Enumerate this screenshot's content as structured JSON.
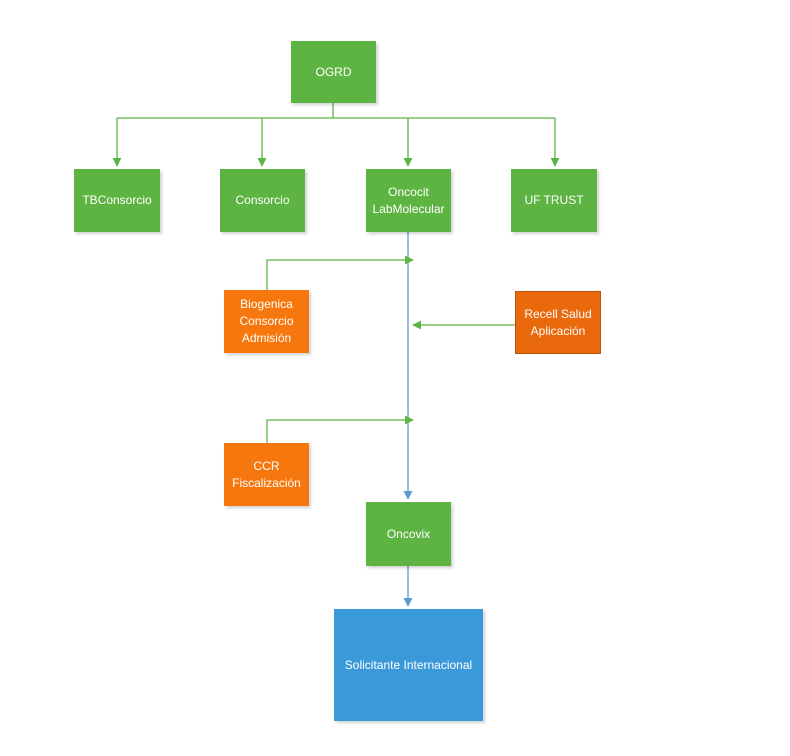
{
  "colors": {
    "green": "#5eb443",
    "orange": "#f6770d",
    "blue": "#3a9ad9",
    "green_line": "#5eb443",
    "blue_line": "#5a9bd5"
  },
  "nodes": {
    "ogrd": "OGRD",
    "tbconsorcio": "TBConsorcio",
    "consorcio": "Consorcio",
    "oncocit": "Oncocit\nLabMolecular",
    "uf_trust": "UF TRUST",
    "biogenica": "Biogenica\nConsorcio\nAdmisión",
    "recell": "Recell Salud\nAplicación",
    "ccr": "CCR\nFiscalización",
    "oncovix": "Oncovix",
    "solicitante": "Solicitante Internacional"
  }
}
